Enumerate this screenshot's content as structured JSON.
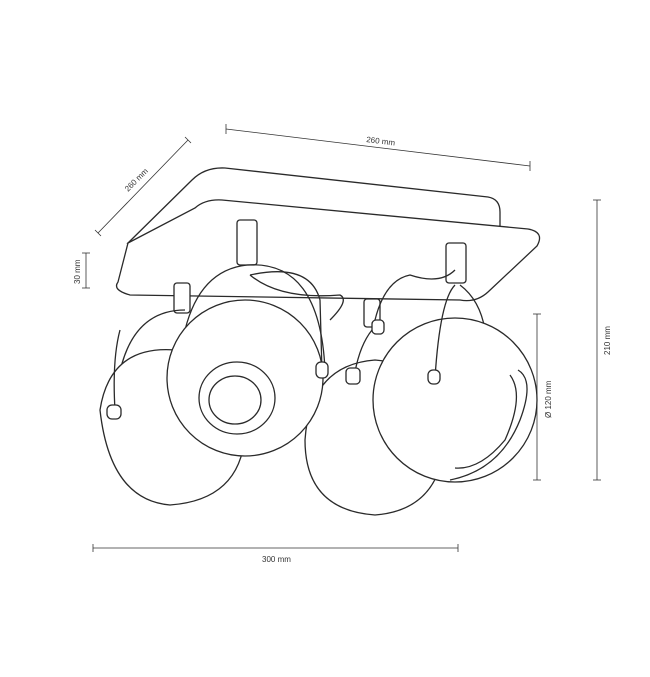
{
  "dimensions": {
    "width_top": "260 mm",
    "depth": "260 mm",
    "base_height": "30 mm",
    "total_height": "210 mm",
    "shade_diameter": "Ø 120 mm",
    "total_width": "300 mm"
  }
}
